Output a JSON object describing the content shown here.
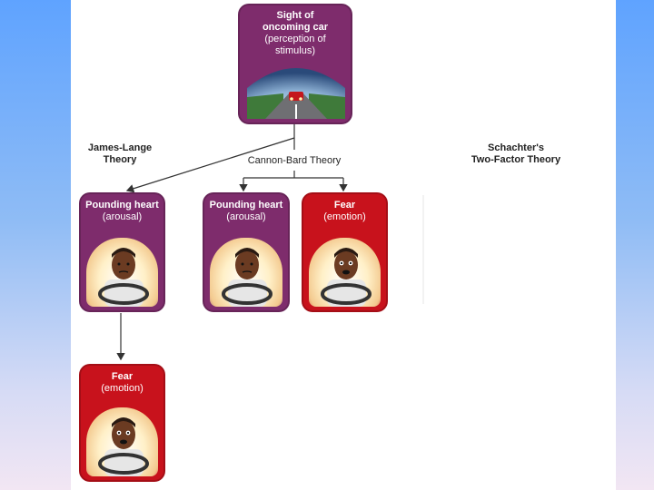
{
  "stimulus": {
    "title_line1": "Sight of",
    "title_line2": "oncoming car",
    "sub_line1": "(perception of",
    "sub_line2": "stimulus)"
  },
  "theories": {
    "james_lange": {
      "line1": "James-Lange",
      "line2": "Theory"
    },
    "cannon_bard": "Cannon-Bard Theory",
    "schachter": {
      "line1": "Schachter's",
      "line2": "Two-Factor Theory"
    }
  },
  "boxes": {
    "jl_arousal": {
      "title": "Pounding heart",
      "sub": "(arousal)"
    },
    "jl_emotion": {
      "title": "Fear",
      "sub": "(emotion)"
    },
    "cb_arousal": {
      "title": "Pounding heart",
      "sub": "(arousal)"
    },
    "cb_emotion": {
      "title": "Fear",
      "sub": "(emotion)"
    }
  },
  "colors": {
    "arousal_box": "#7e2c6c",
    "emotion_box": "#c8121c",
    "arrow": "#333333"
  }
}
